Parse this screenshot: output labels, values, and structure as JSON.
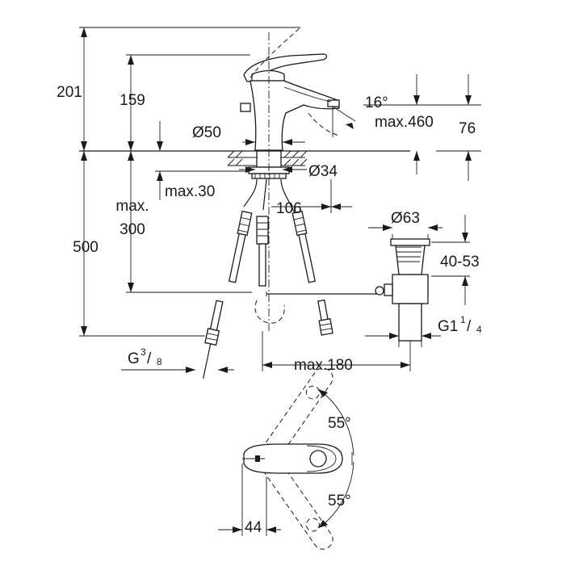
{
  "dimensions": {
    "height_total": "201",
    "height_spout": "159",
    "angle_spout": "16°",
    "reach_max": "max.460",
    "spout_offset": "76",
    "body_diameter": "Ø50",
    "hole_diameter": "Ø34",
    "deck_thickness_max": "max.30",
    "projection": "106",
    "hose_length_max_line1": "max.",
    "hose_length_max_line2": "300",
    "connection_height": "500",
    "waste_diameter": "Ø63",
    "waste_range": "40-53",
    "waste_thread_base": "G1",
    "waste_thread_num": "1",
    "waste_thread_slash": "/",
    "waste_thread_den": "4",
    "hose_thread_base": "G",
    "hose_thread_num": "3",
    "hose_thread_slash": "/",
    "hose_thread_den": "8",
    "rod_length_max": "max.180",
    "lever_angle_back": "55°",
    "lever_angle_front": "55°",
    "lever_offset": "44"
  }
}
